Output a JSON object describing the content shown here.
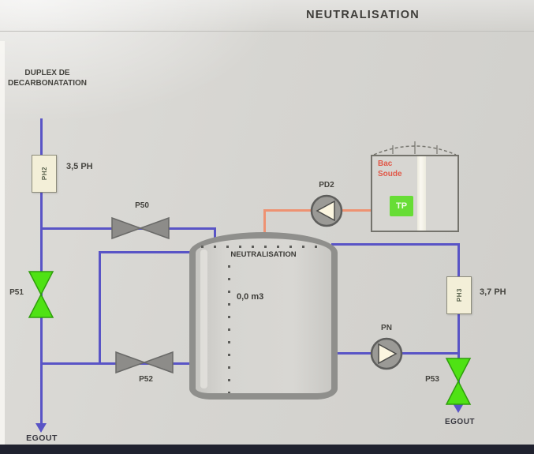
{
  "header": {
    "title": "NEUTRALISATION"
  },
  "source_label": {
    "line1": "DUPLEX DE",
    "line2": "DECARBONATATION"
  },
  "sensors": {
    "ph2": {
      "tag": "PH2",
      "value": "3,5 PH"
    },
    "ph3": {
      "tag": "PH3",
      "value": "3,7 PH"
    }
  },
  "valves": {
    "p50": {
      "label": "P50",
      "color": "#8d8c89"
    },
    "p51": {
      "label": "P51",
      "color": "#4fe214"
    },
    "p52": {
      "label": "P52",
      "color": "#8d8c89"
    },
    "p53": {
      "label": "P53",
      "color": "#4fe214"
    }
  },
  "pumps": {
    "pd2": {
      "label": "PD2"
    },
    "pn": {
      "label": "PN"
    }
  },
  "tank": {
    "label": "NEUTRALISATION",
    "volume": "0,0 m3"
  },
  "soda_tank": {
    "line1": "Bac",
    "line2": "Soude",
    "badge": "TP",
    "badge_color": "#67dd35",
    "label_color": "#e05848"
  },
  "drains": {
    "left": "EGOUT",
    "right": "EGOUT"
  },
  "colors": {
    "pipe_process": "#5954c6",
    "pipe_soda": "#ee9272",
    "valve_open": "#4fe214",
    "valve_neutral": "#8d8c89",
    "background": "#d6d5d1"
  }
}
